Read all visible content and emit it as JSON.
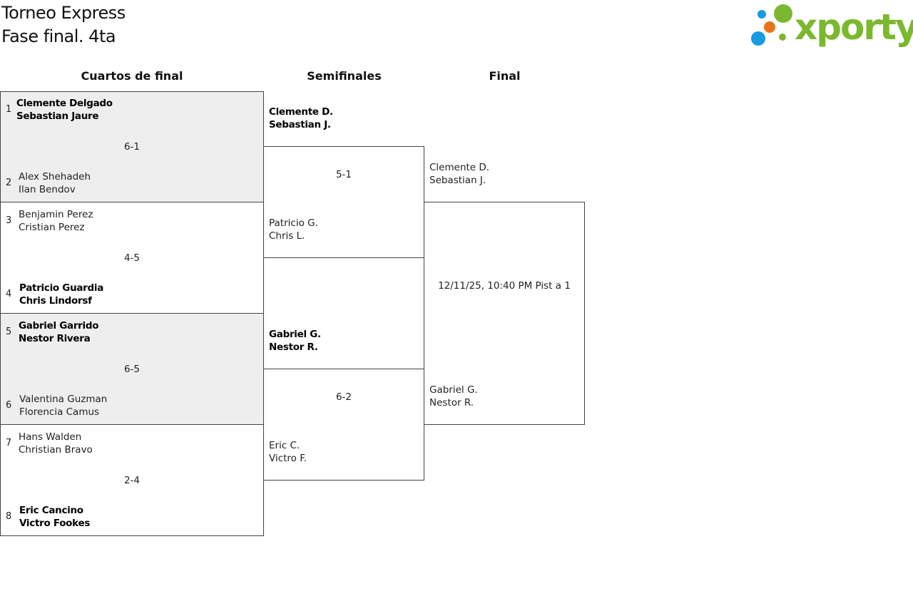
{
  "header": {
    "title_line1": "Torneo Express",
    "title_line2": "Fase final. 4ta"
  },
  "logo": {
    "text": "xporty",
    "colors": {
      "text": "#7cb82f",
      "dot_green": "#7cb82f",
      "dot_orange": "#e8731a",
      "dot_blue": "#1a9ae0"
    }
  },
  "rounds": {
    "quarterfinals": "Cuartos de final",
    "semifinals": "Semifinales",
    "final": "Final"
  },
  "quarterfinals": [
    {
      "top": {
        "seed": "1",
        "line1": "Clemente Delgado",
        "line2": "Sebastian Jaure",
        "winner": true
      },
      "score": "6-1",
      "bottom": {
        "seed": "2",
        "line1": "Alex Shehadeh",
        "line2": "Ilan Bendov",
        "winner": false
      }
    },
    {
      "top": {
        "seed": "3",
        "line1": "Benjamin Perez",
        "line2": "Cristian Perez",
        "winner": false
      },
      "score": "4-5",
      "bottom": {
        "seed": "4",
        "line1": "Patricio Guardia",
        "line2": "Chris Lindorsf",
        "winner": true
      }
    },
    {
      "top": {
        "seed": "5",
        "line1": "Gabriel Garrido",
        "line2": "Nestor Rivera",
        "winner": true
      },
      "score": "6-5",
      "bottom": {
        "seed": "6",
        "line1": "Valentina Guzman",
        "line2": "Florencia Camus",
        "winner": false
      }
    },
    {
      "top": {
        "seed": "7",
        "line1": "Hans Walden",
        "line2": "Christian Bravo",
        "winner": false
      },
      "score": "2-4",
      "bottom": {
        "seed": "8",
        "line1": "Eric Cancino",
        "line2": "Victro Fookes",
        "winner": true
      }
    }
  ],
  "semifinals": [
    {
      "top": {
        "line1": "Clemente D.",
        "line2": "Sebastian J.",
        "winner": true
      },
      "score": "5-1",
      "bottom": {
        "line1": "Patricio G.",
        "line2": "Chris L.",
        "winner": false
      }
    },
    {
      "top": {
        "line1": "Gabriel G.",
        "line2": "Nestor R.",
        "winner": true
      },
      "score": "6-2",
      "bottom": {
        "line1": "Eric C.",
        "line2": "Victro F.",
        "winner": false
      }
    }
  ],
  "final": {
    "top": {
      "line1": "Clemente D.",
      "line2": "Sebastian J."
    },
    "info": "12/11/25, 10:40 PM Pist a 1",
    "bottom": {
      "line1": "Gabriel G.",
      "line2": "Nestor R."
    }
  }
}
